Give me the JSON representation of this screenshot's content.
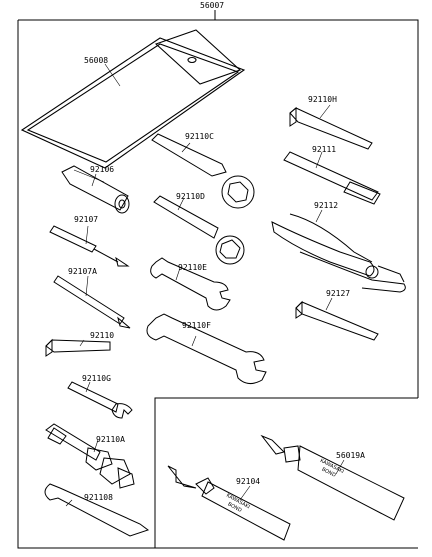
{
  "parts": {
    "kit": "56007",
    "pouch": "56008",
    "hex_wrench_large": "92110H",
    "ring_spanner": "92110C",
    "handle": "92111",
    "socket_wrench": "92106",
    "box_spanner": "92110D",
    "pliers": "92112",
    "screwdriver": "92107",
    "open_wrench_small": "92110E",
    "screwdriver_shaft": "92107A",
    "hex_wrench_small": "92127",
    "open_wrench_large": "92110F",
    "hex_wrench_medium": "92110",
    "small_wrench": "92110G",
    "spark_plug_wrench": "92110A",
    "bond_tube_small": "92104",
    "bond_tube_large": "56019A",
    "hook_wrench": "921108"
  },
  "tube_prints": {
    "brand": "KAWASAKI",
    "product": "BOND"
  }
}
